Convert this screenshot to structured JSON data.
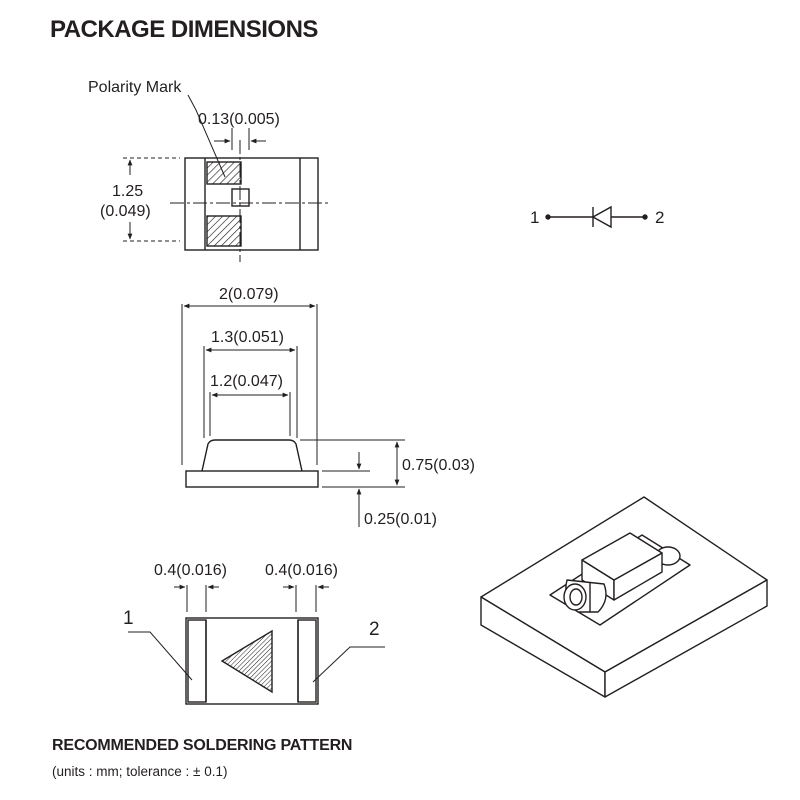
{
  "title": "PACKAGE DIMENSIONS",
  "top_view": {
    "polarity_label": "Polarity Mark",
    "mark_width": "0.13(0.005)",
    "width_mm": "1.25",
    "width_in": "(0.049)"
  },
  "schematic": {
    "pin1": "1",
    "pin2": "2"
  },
  "side_view": {
    "overall_width": "2(0.079)",
    "lens_base_width": "1.3(0.051)",
    "lens_top_width": "1.2(0.047)",
    "total_height": "0.75(0.03)",
    "base_height": "0.25(0.01)"
  },
  "bottom_view": {
    "pad_left_width": "0.4(0.016)",
    "pad_right_width": "0.4(0.016)",
    "pin1": "1",
    "pin2": "2"
  },
  "footer": {
    "soldering_title": "RECOMMENDED SOLDERING PATTERN",
    "units_note": "(units : mm; tolerance : ± 0.1)"
  },
  "colors": {
    "ink": "#231f20",
    "background": "#ffffff"
  }
}
